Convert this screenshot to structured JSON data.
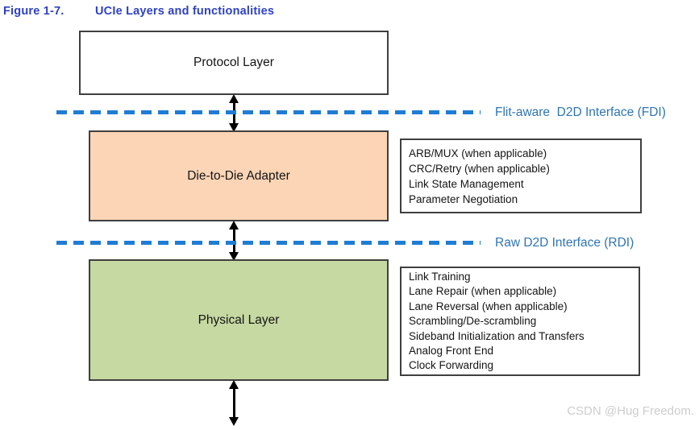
{
  "figure": {
    "label": "Figure 1-7.",
    "title": "UCIe Layers and functionalities"
  },
  "layers": [
    {
      "name": "Protocol Layer",
      "fill": "#FFFFFF"
    },
    {
      "name": "Die-to-Die Adapter",
      "fill": "#FBD5B5"
    },
    {
      "name": "Physical Layer",
      "fill": "#C6D9A2"
    }
  ],
  "interfaces": [
    {
      "label": "Flit-aware  D2D Interface (FDI)",
      "line_color": "#1F7CD4",
      "text_color": "#2E75B6"
    },
    {
      "label": "Raw D2D Interface (RDI)",
      "line_color": "#1F7CD4",
      "text_color": "#2E75B6"
    }
  ],
  "functionality_boxes": [
    {
      "for_layer": "Die-to-Die Adapter",
      "items": [
        "ARB/MUX (when applicable)",
        "CRC/Retry (when applicable)",
        "Link State Management",
        "Parameter Negotiation"
      ]
    },
    {
      "for_layer": "Physical Layer",
      "items": [
        "Link Training",
        "Lane Repair (when applicable)",
        "Lane Reversal (when applicable)",
        "Scrambling/De-scrambling",
        "Sideband Initialization and Transfers",
        "Analog Front End",
        "Clock Forwarding"
      ]
    }
  ],
  "watermark": "CSDN @Hug Freedom.",
  "colors": {
    "title_blue": "#2E41C8",
    "interface_text_blue": "#2E75B6",
    "dash_line_blue": "#1F7CD4",
    "box_border": "#3F3F3F",
    "arrow_black": "#000000"
  }
}
